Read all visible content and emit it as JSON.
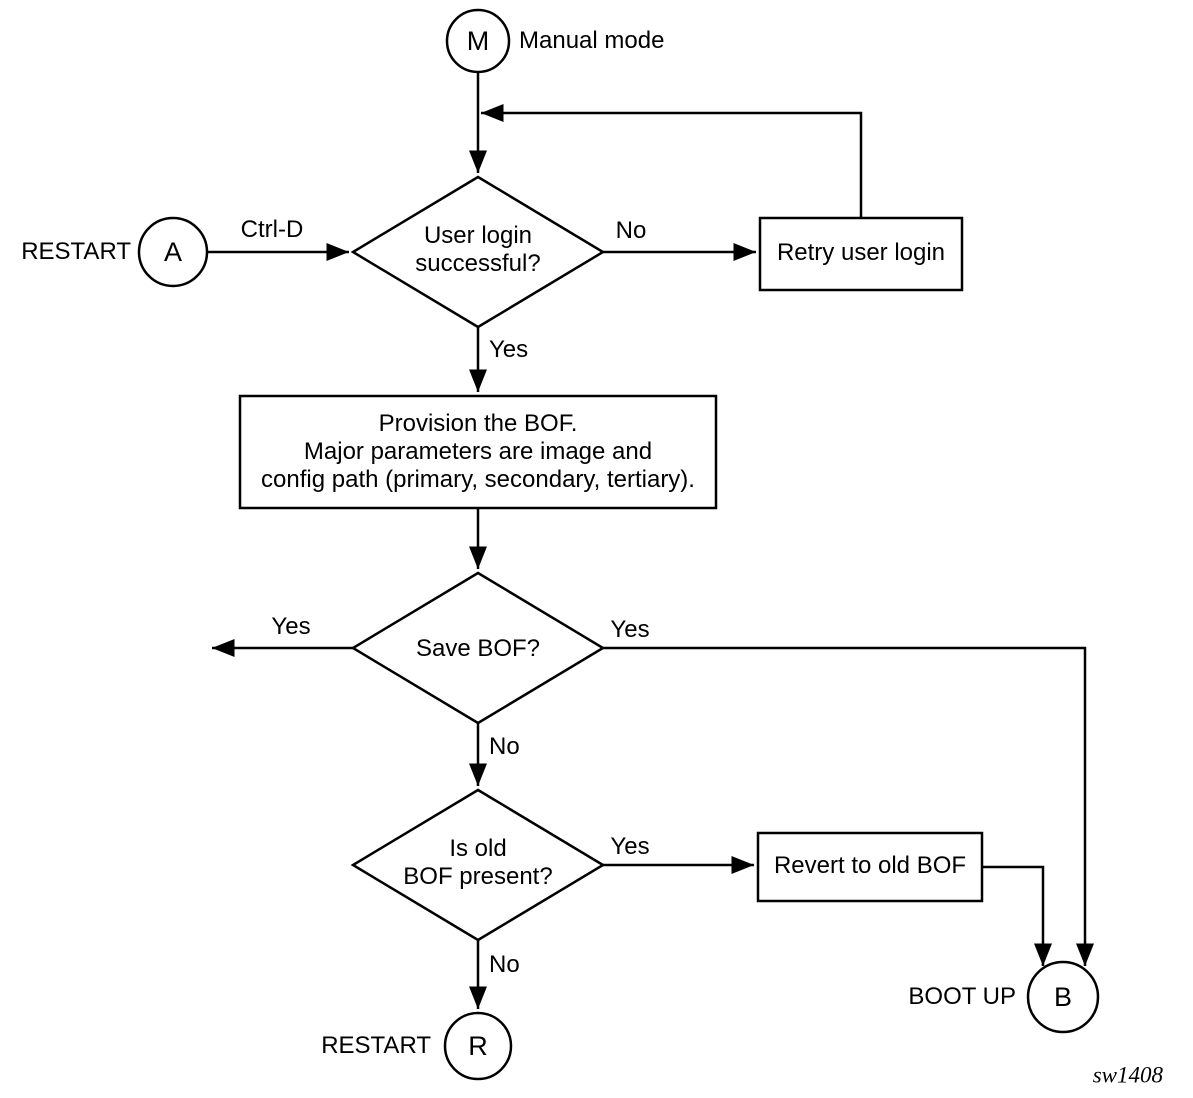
{
  "figure": {
    "id": "sw1408"
  },
  "nodes": {
    "manual_mode": {
      "letter": "M",
      "label": "Manual mode"
    },
    "restart_a": {
      "letter": "A",
      "label": "RESTART"
    },
    "login_decision": {
      "text": "User login\nsuccessful?"
    },
    "retry_login": {
      "text": "Retry user login"
    },
    "provision_bof": {
      "text": "Provision the BOF.\nMajor parameters are image and\nconfig path (primary, secondary, tertiary)."
    },
    "save_bof_decision": {
      "text": "Save BOF?"
    },
    "old_bof_decision": {
      "text": "Is old\nBOF present?"
    },
    "revert_old_bof": {
      "text": "Revert to old BOF"
    },
    "boot_up_b": {
      "letter": "B",
      "label": "BOOT UP"
    },
    "restart_r": {
      "letter": "R",
      "label": "RESTART"
    }
  },
  "edge_labels": {
    "ctrl_d": "Ctrl-D",
    "login_no": "No",
    "login_yes": "Yes",
    "save_yes_left": "Yes",
    "save_yes_right": "Yes",
    "save_no": "No",
    "old_bof_yes": "Yes",
    "old_bof_no": "No"
  },
  "colors": {
    "stroke": "#000000",
    "fill": "#ffffff"
  }
}
